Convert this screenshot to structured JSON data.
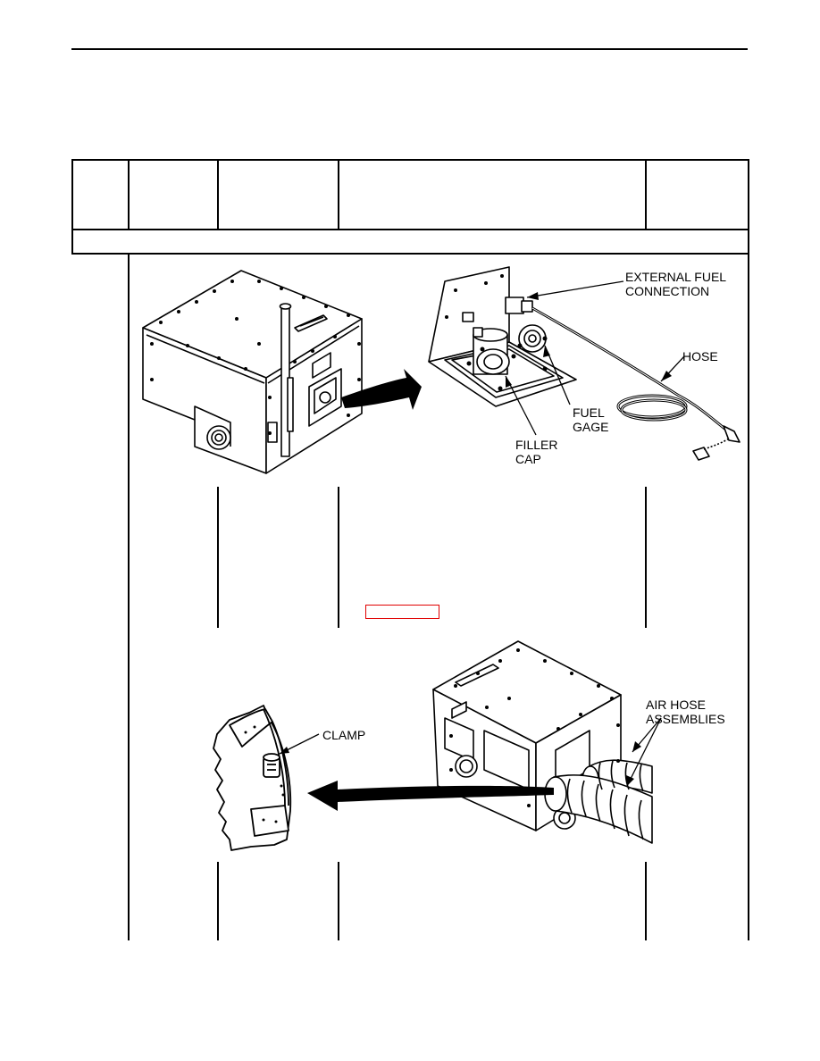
{
  "callouts": {
    "external_fuel_connection": "EXTERNAL FUEL\nCONNECTION",
    "hose": "HOSE",
    "fuel_gage": "FUEL\nGAGE",
    "filler_cap": "FILLER\nCAP",
    "clamp": "CLAMP",
    "air_hose_assemblies": "AIR HOSE\nASSEMBLIES"
  },
  "colors": {
    "line": "#000000",
    "link_box": "#e00000"
  }
}
